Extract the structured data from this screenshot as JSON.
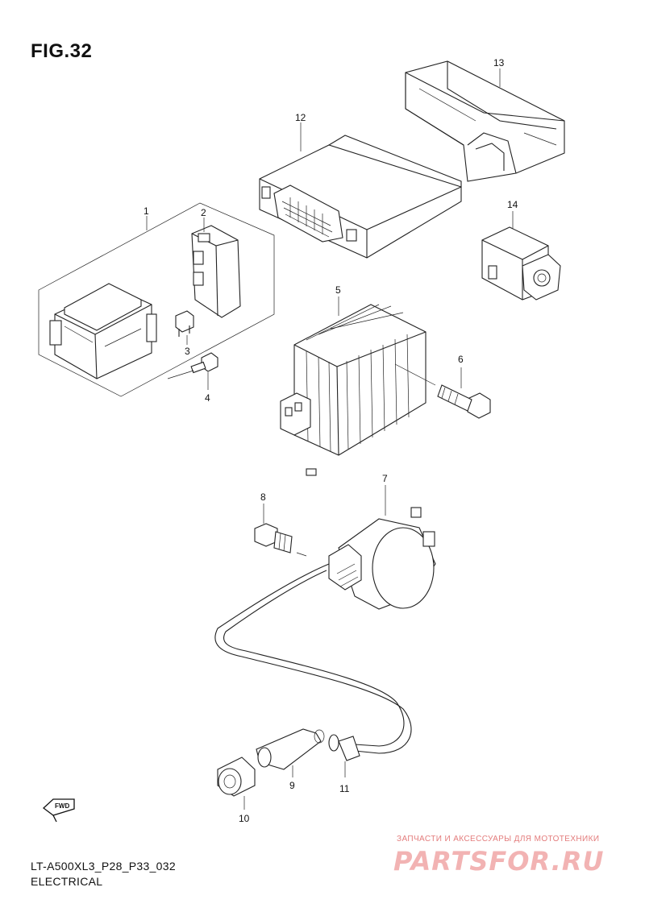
{
  "figure": {
    "title": "FIG.32",
    "code": "LT-A500XL3_P28_P33_032",
    "section": "ELECTRICAL"
  },
  "callouts": [
    "1",
    "2",
    "3",
    "4",
    "5",
    "6",
    "7",
    "8",
    "9",
    "10",
    "11",
    "12",
    "13",
    "14"
  ],
  "direction_badge": "FWD",
  "watermark": {
    "tagline": "ЗАПЧАСТИ И АКСЕССУАРЫ ДЛЯ МОТОТЕХНИКИ",
    "brand": "PARTSFOR.RU"
  }
}
